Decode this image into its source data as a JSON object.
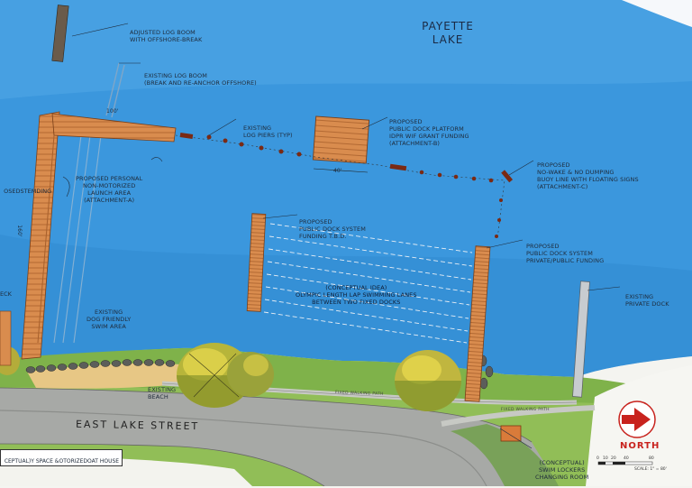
{
  "lake_name": [
    "PAYETTE",
    "LAKE"
  ],
  "street_name": "EAST LAKE STREET",
  "walking_path_labels": [
    "FIXED WALKING PATH",
    "FIXED WALKING PATH"
  ],
  "north_label": "NORTH",
  "scale_ticks": [
    "0",
    "10",
    "20",
    "40",
    "80"
  ],
  "scale_text": "SCALE: 1\" = 80'",
  "dimensions": {
    "pier_top": "100'",
    "platform": "40'",
    "pier_left_vertical": "160'"
  },
  "labels": {
    "adjusted_boom": [
      "ADJUSTED LOG BOOM",
      "WITH OFFSHORE-BREAK"
    ],
    "existing_boom": [
      "EXISTING LOG BOOM",
      "(BREAK AND RE-ANCHOR OFFSHORE)"
    ],
    "log_piers": [
      "EXISTING",
      "LOG PIERS (TYP)"
    ],
    "dock_platform": [
      "PROPOSED",
      "PUBLIC DOCK PLATFORM",
      "IDPR WIF GRANT FUNDING",
      "(Attachment-B)"
    ],
    "buoy_line": [
      "PROPOSED",
      "NO-WAKE & NO DUMPING",
      "BUOY LINE WITH FLOATING SIGNS",
      "(Attachment-C)"
    ],
    "launch_area": [
      "PROPOSED PERSONAL",
      "NON-MOTORIZED",
      "LAUNCH AREA",
      "(Attachment-A)"
    ],
    "dock_system_tbd": [
      "PROPOSED",
      "PUBLIC DOCK SYSTEM",
      "FUNDING T.B.D."
    ],
    "dock_system_private": [
      "PROPOSED",
      "PUBLIC DOCK SYSTEM",
      "PRIVATE/PUBLIC FUNDING"
    ],
    "swim_lanes": [
      "(CONCEPTUAL IDEA)",
      "OLYMPIC LENGTH LAP SWIMMING LANES",
      "BETWEEN TWO FIXED DOCKS"
    ],
    "private_dock": [
      "EXISTING",
      "PRIVATE DOCK"
    ],
    "dog_swim": [
      "EXISTING",
      "DOG FRIENDLY",
      "SWIM AREA"
    ],
    "beach": [
      "EXISTING",
      "BEACH"
    ],
    "swim_lockers": [
      "(CONCEPTUAL)",
      "SWIM LOCKERS",
      "CHANGING ROOM"
    ]
  },
  "edge_fragments": {
    "left_upper": [
      "OSED",
      "STEM",
      "DING"
    ],
    "left_mid": "ECK",
    "bottom_left": [
      "CEPTUAL)",
      "Y SPACE &",
      "OTORIZED",
      "OAT HOUSE"
    ]
  }
}
